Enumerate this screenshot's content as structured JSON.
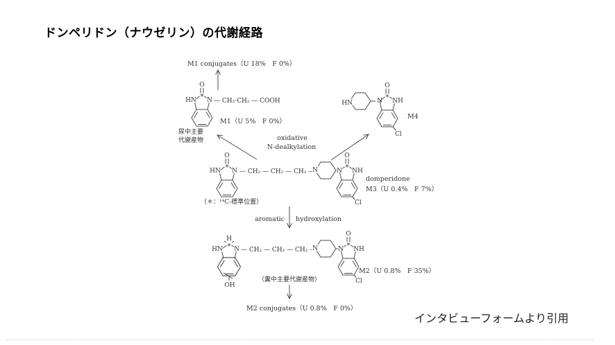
{
  "title": "ドンペリドン（ナウゼリン）の代謝経路",
  "citation": "インタビューフォームより引用",
  "labels": {
    "m1_conjugates": "M1 conjugates（U 18%　F 0%）",
    "m1": "M1（U 5%　F 0%）",
    "urinary_line1": "尿中主要",
    "urinary_line2": "代謝産物",
    "oxidative": "oxidative",
    "n_dealkylation": "N-dealkylation",
    "m4": "M4",
    "domperidone": "domperidone",
    "m3": "M3（U 0.4%　F 7%）",
    "isotope_note": "（＊：¹⁴C-標準位置）",
    "aromatic": "aromatic",
    "hydroxylation": "hydroxylation",
    "m2": "M2（U 0.8%　F 35%）",
    "fecal_note": "（糞中主要代謝産物）",
    "m2_conjugates": "M2 conjugates（U 0.8%　F 0%）"
  },
  "atoms": {
    "o": "O",
    "hn": "HN",
    "n": "N",
    "nh": "NH",
    "h": "H",
    "star": "*",
    "cl": "Cl",
    "oh": "OH"
  },
  "chains": {
    "m1_chain": "— CH₂·CH₂ — COOH",
    "propyl": "— CH₂ — CH₂ — CH₂ —"
  },
  "colors": {
    "line": "#4a4a4a",
    "text": "#333333"
  }
}
